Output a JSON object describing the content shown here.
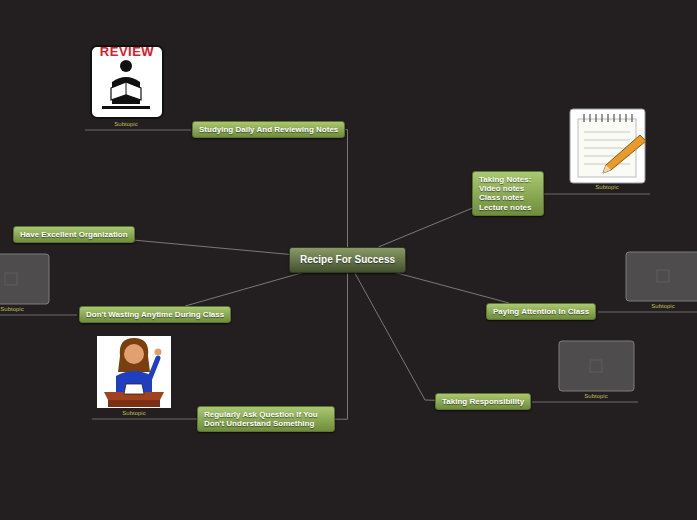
{
  "diagram": {
    "nodes": [
      {
        "text": [
          "Recipe For Success"
        ]
      },
      {
        "text": [
          "Studying Daily And Reviewing Notes"
        ]
      },
      {
        "text": [
          "Taking Notes: Video notes Class notes Lecture notes"
        ]
      },
      {
        "text": [
          "Have Excellent Organization"
        ]
      },
      {
        "text": [
          "Paying Attention In Class"
        ]
      },
      {
        "text": [
          "Don't Wasting Anytime During Class"
        ]
      },
      {
        "text": [
          "Taking Responsibility"
        ]
      },
      {
        "text": [
          "Regularly Ask Question If You Don't Understand Something"
        ]
      }
    ],
    "edges": [
      {
        "from": 0,
        "to": 1,
        "arrow": "none"
      },
      {
        "from": 0,
        "to": 2,
        "arrow": "none"
      },
      {
        "from": 0,
        "to": 3,
        "arrow": "none"
      },
      {
        "from": 0,
        "to": 4,
        "arrow": "none"
      },
      {
        "from": 0,
        "to": 5,
        "arrow": "none"
      },
      {
        "from": 0,
        "to": 6,
        "arrow": "none"
      },
      {
        "from": 0,
        "to": 7,
        "arrow": "none"
      }
    ],
    "labels": [
      "REVIEW",
      "Subtopic",
      "Subtopic",
      "Subtopic",
      "Subtopic",
      "Subtopic",
      "Subtopic"
    ]
  }
}
